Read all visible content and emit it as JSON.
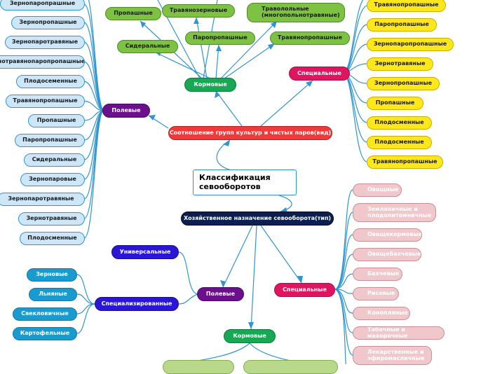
{
  "root": {
    "title": "Классификация севооборотов"
  },
  "branch_vid": {
    "title": "Соотношение групп культур и чистых паров(вид)",
    "polevye": {
      "label": "Полевые",
      "items": [
        "Зернопаропрашные",
        "Зернопропашные",
        "Зернопаротравяные",
        "Зернотравянопаропропашные",
        "Плодосеменные",
        "Травянопропашные",
        "Пропашные",
        "Паропропашные",
        "Сидеральные",
        "Зернопаровые",
        "Зернопаротравяные",
        "Зернотравяные",
        "Плодосменные"
      ]
    },
    "kormovye": {
      "label": "Кормовые",
      "items": [
        "Пропашные",
        "Травянозерновые",
        "Траволольные (многопольнотравяные)",
        "Сидеральные",
        "Паропропашные",
        "Травянопропашные"
      ]
    },
    "specialnye": {
      "label": "Специальные",
      "items": [
        "Травянопропашные",
        "Паропропашные",
        "Зернопаропропашные",
        "Зернотравяные",
        "Зернопропашные",
        "Пропашные",
        "Плодосменные",
        "Плодосменные",
        "Травянопропашные"
      ]
    }
  },
  "branch_tip": {
    "title": "Хозяйственное назначение севооборота(тип)",
    "polevye": {
      "label": "Полевые"
    },
    "universal": {
      "label": "Универсальные"
    },
    "specialized": {
      "label": "Специализированные",
      "items": [
        "Зерновые",
        "Льняные",
        "Свекловичные",
        "Картофельные"
      ]
    },
    "specialnye": {
      "label": "Специальные",
      "items": [
        "Овощные",
        "Земляничные и плодопитомничные",
        "Овощекормовые",
        "Овощебахчевые",
        "Бахчевые",
        "Рисовые",
        "Конопляные",
        "Табачные и махорочные",
        "Лекарственные и эфиромасличные"
      ]
    },
    "kormovye": {
      "label": "Кормовые"
    }
  }
}
